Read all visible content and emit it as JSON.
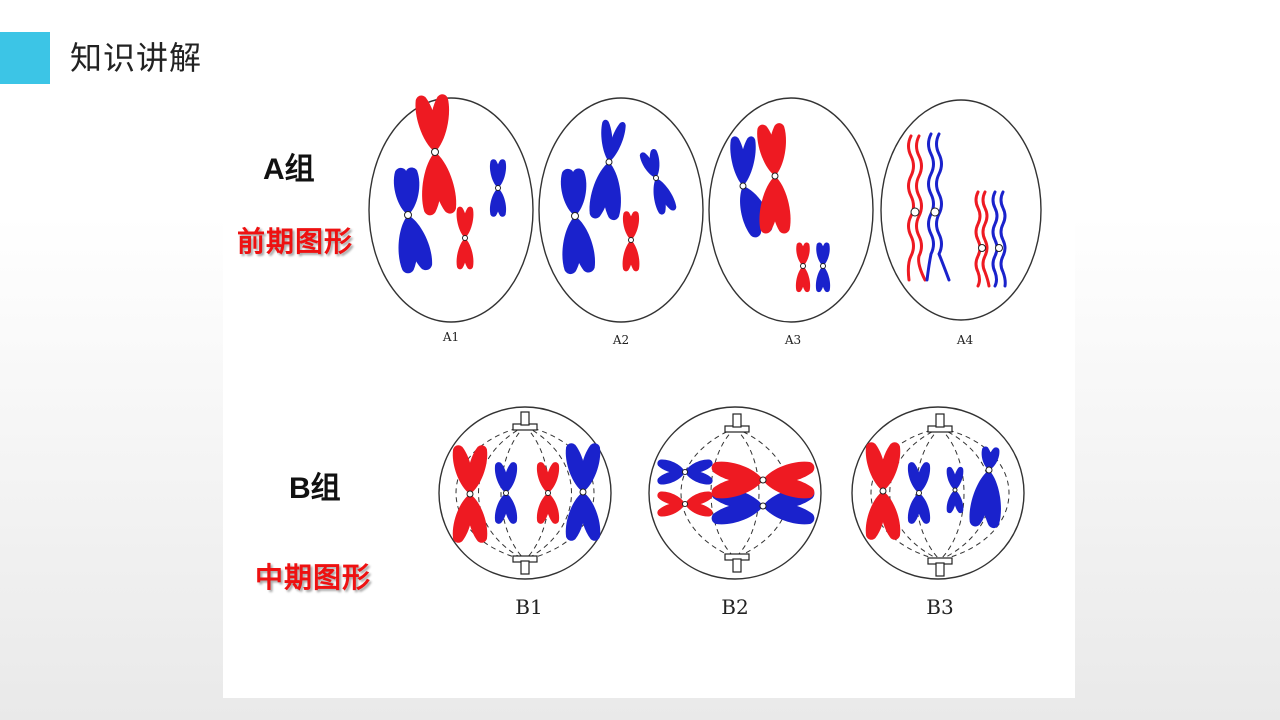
{
  "header": {
    "title": "知识讲解",
    "accent_color": "#3cc5e6"
  },
  "figure": {
    "group_a": {
      "label": "A组",
      "phase": "前期图形",
      "cells": [
        "A1",
        "A2",
        "A3",
        "A4"
      ]
    },
    "group_b": {
      "label": "B组",
      "phase": "中期图形",
      "cells": [
        "B1",
        "B2",
        "B3"
      ]
    },
    "colors": {
      "chromosome_red": "#ee1a22",
      "chromosome_blue": "#1a22cc",
      "phase_text": "#ee1111"
    }
  }
}
